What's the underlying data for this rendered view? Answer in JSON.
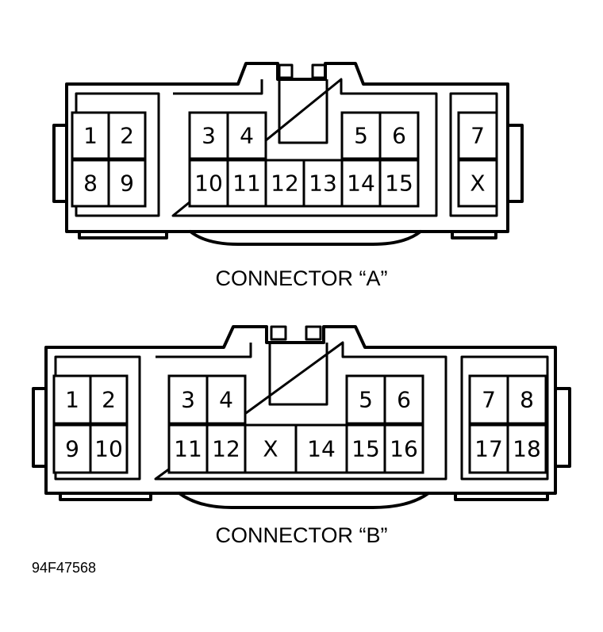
{
  "connectors": [
    {
      "label": "CONNECTOR “A”",
      "groups": [
        {
          "rows": [
            [
              "1",
              "2"
            ],
            [
              "8",
              "9"
            ]
          ]
        },
        {
          "rows": [
            [
              "3",
              "4",
              "",
              "",
              "5",
              "6"
            ],
            [
              "10",
              "11",
              "12",
              "13",
              "14",
              "15"
            ]
          ]
        },
        {
          "rows": [
            [
              "7"
            ],
            [
              "X"
            ]
          ]
        }
      ]
    },
    {
      "label": "CONNECTOR “B”",
      "groups": [
        {
          "rows": [
            [
              "1",
              "2"
            ],
            [
              "9",
              "10"
            ]
          ]
        },
        {
          "rows": [
            [
              "3",
              "4",
              "",
              "",
              "5",
              "6"
            ],
            [
              "11",
              "12",
              "X",
              "14",
              "15",
              "16"
            ]
          ]
        },
        {
          "rows": [
            [
              "7",
              "8"
            ],
            [
              "17",
              "18"
            ]
          ]
        }
      ]
    }
  ],
  "figure_code": "94F47568"
}
